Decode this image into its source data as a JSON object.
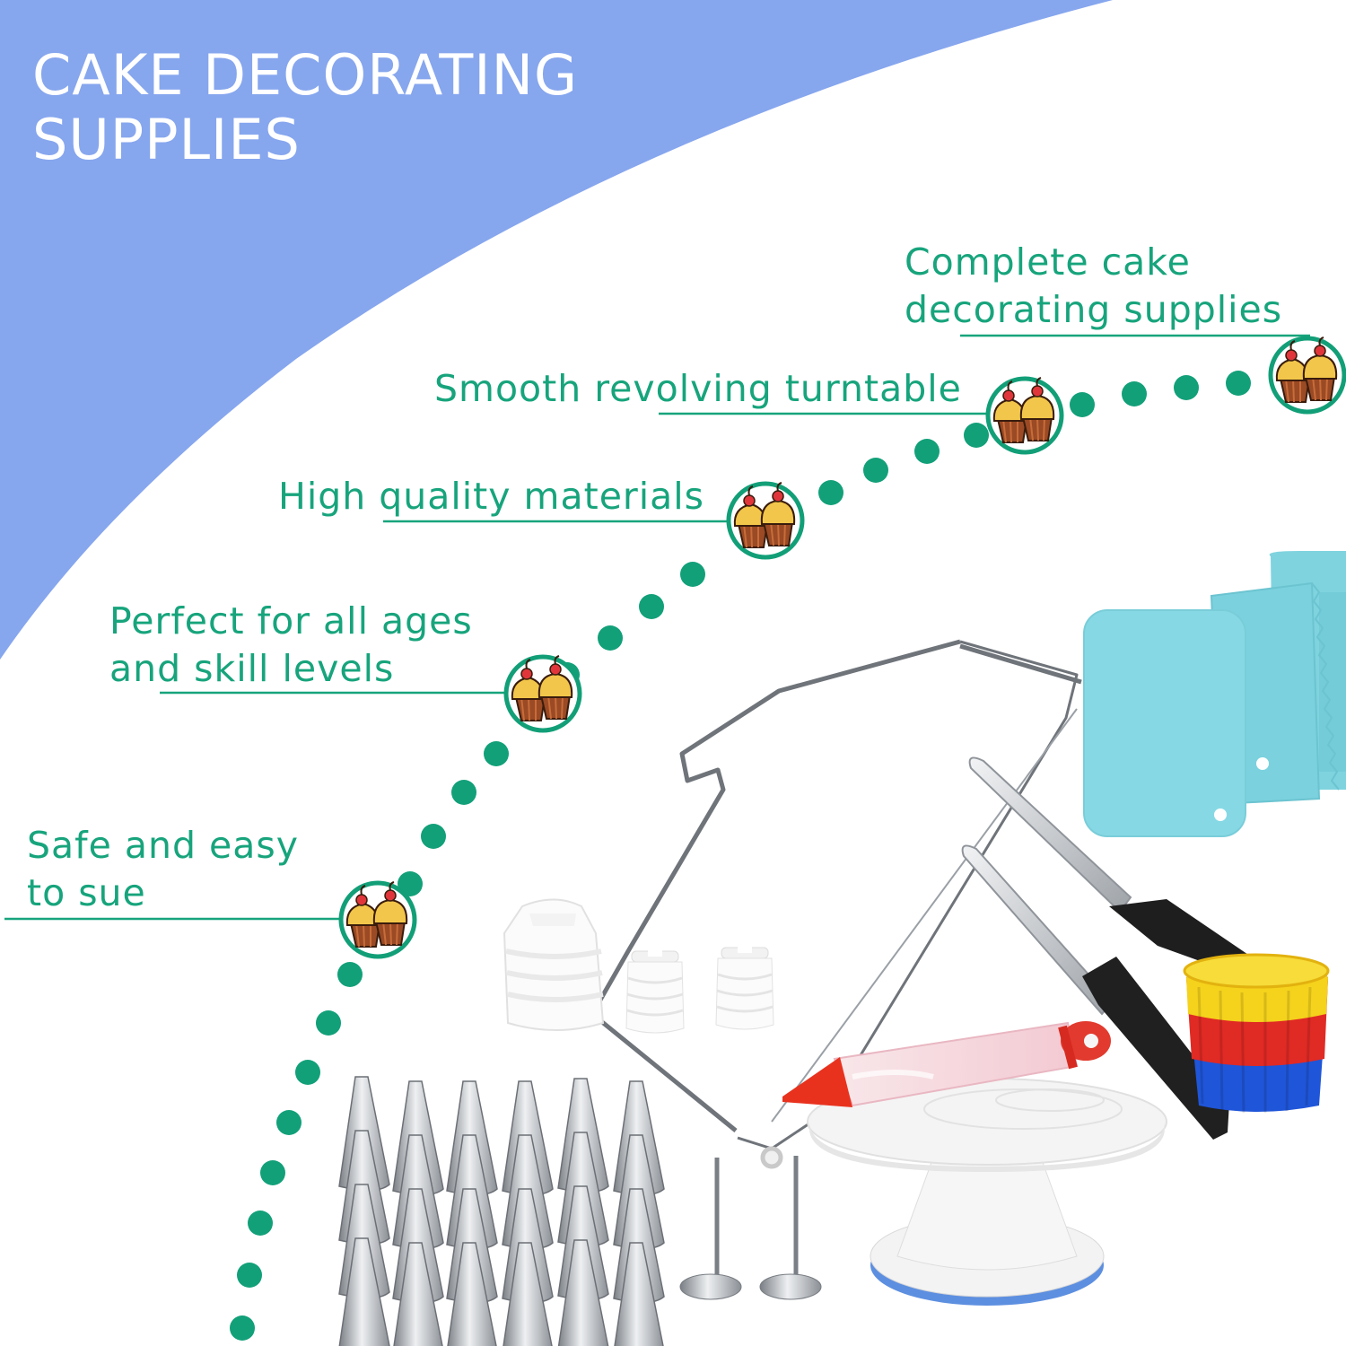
{
  "title": {
    "line1": "CAKE DECORATING",
    "line2": "SUPPLIES"
  },
  "features": [
    {
      "line1": "Complete cake",
      "line2": "decorating supplies"
    },
    {
      "line1": "Smooth revolving turntable"
    },
    {
      "line1": "High quality materials"
    },
    {
      "line1": "Perfect for all ages",
      "line2": "and skill levels"
    },
    {
      "line1": "Safe and easy",
      "line2": "to sue"
    }
  ],
  "colors": {
    "banner": "#86a6ee",
    "accent": "#17a47c",
    "badge_ring": "#129f78",
    "cupcake_cream": "#f2c64a",
    "cupcake_liner": "#9a4a24",
    "cherry": "#e0363b",
    "steel": "#a8adb3",
    "scraper": "#82d8e2",
    "handle": "#222222",
    "liner_yellow": "#f5d21c",
    "liner_red": "#e02a24",
    "liner_blue": "#1f55d8",
    "piping_tip": "#e8321e",
    "turntable_band": "#5d8fe0"
  },
  "icons": [
    "cupcake-badge-icon",
    "dot-trail",
    "cake-leveler",
    "piping-tips",
    "couplers",
    "flower-nails",
    "icing-spatulas",
    "scrapers",
    "silicone-cups",
    "decorating-pen",
    "turntable"
  ]
}
